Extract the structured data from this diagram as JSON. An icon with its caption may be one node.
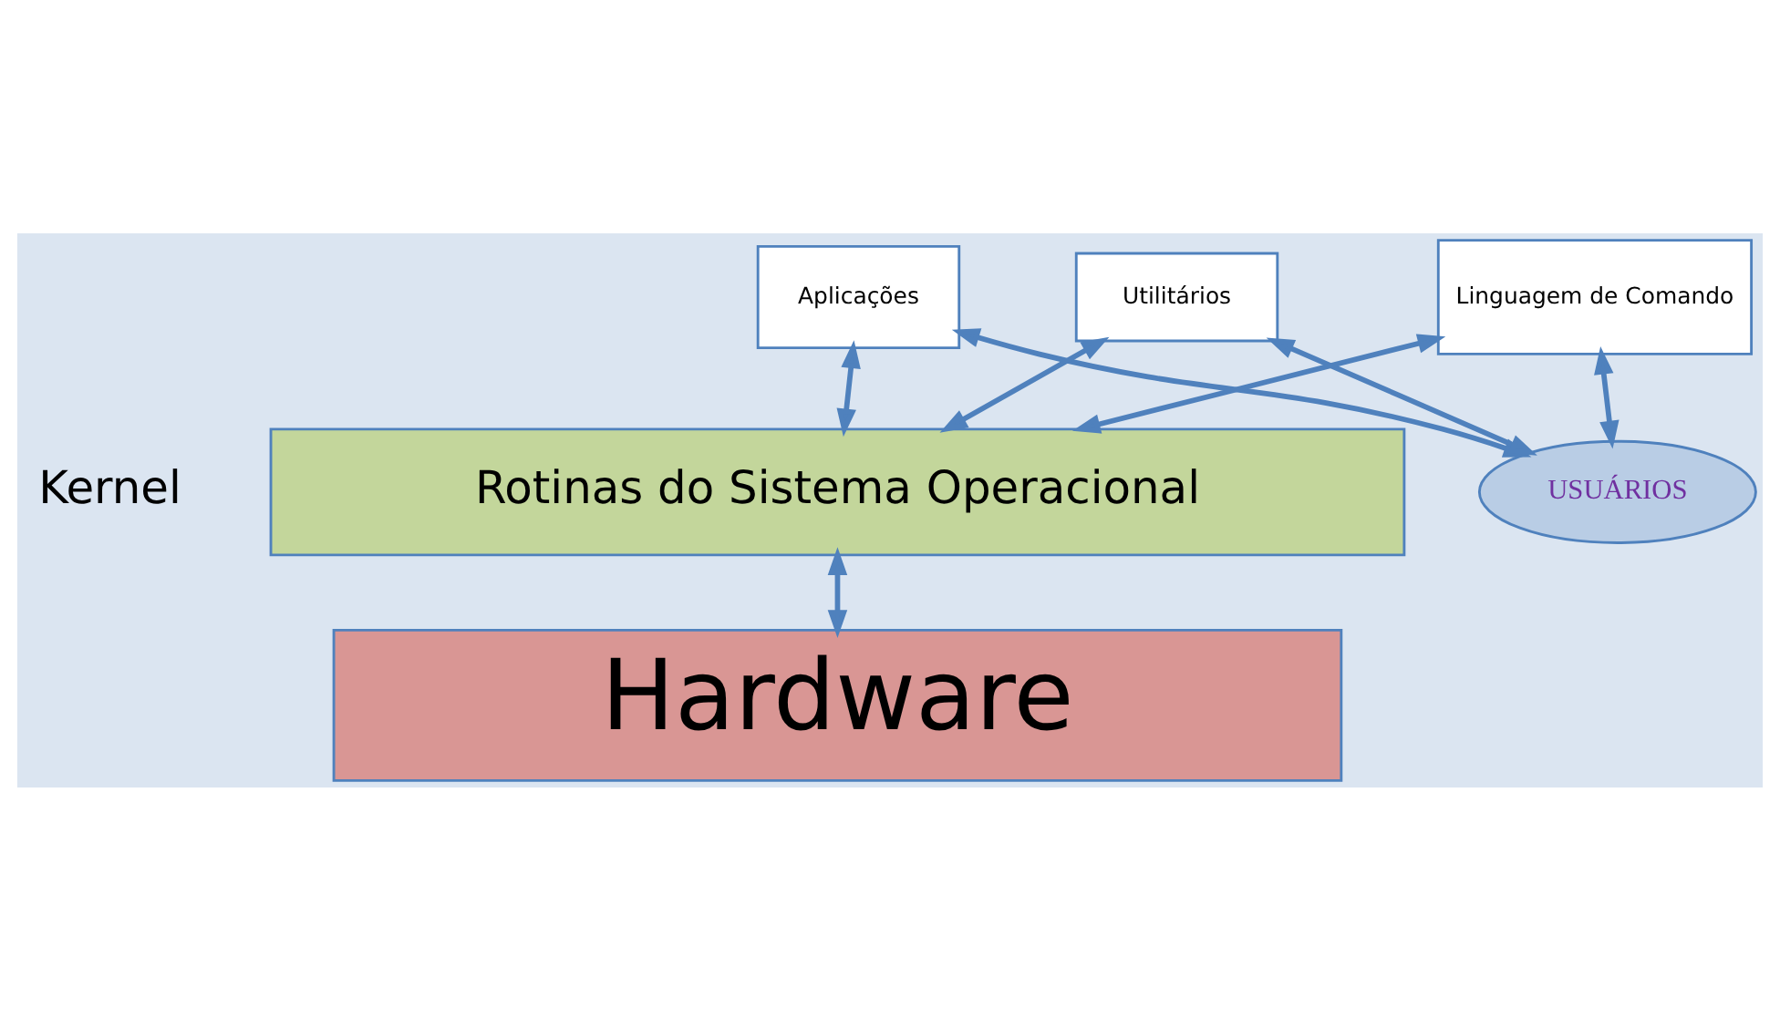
{
  "diagram": {
    "nodes": [
      {
        "text": [
          "USUÁRIOS"
        ]
      },
      {
        "text": [
          "Aplicações"
        ]
      },
      {
        "text": [
          "Utilitários"
        ]
      },
      {
        "text": [
          "Linguagem de Comando"
        ]
      },
      {
        "text": [
          "Rotinas do Sistema Operacional"
        ],
        "beside": [
          "Kernel"
        ]
      },
      {
        "text": [
          "Hardware"
        ]
      }
    ],
    "edges": [
      {
        "from": 1,
        "to": 0,
        "arrow": "both"
      },
      {
        "from": 2,
        "to": 0,
        "arrow": "both"
      },
      {
        "from": 3,
        "to": 0,
        "arrow": "both"
      },
      {
        "from": 1,
        "to": 4,
        "arrow": "both"
      },
      {
        "from": 2,
        "to": 4,
        "arrow": "both"
      },
      {
        "from": 3,
        "to": 4,
        "arrow": "both"
      },
      {
        "from": 4,
        "to": 5,
        "arrow": "both"
      }
    ]
  }
}
